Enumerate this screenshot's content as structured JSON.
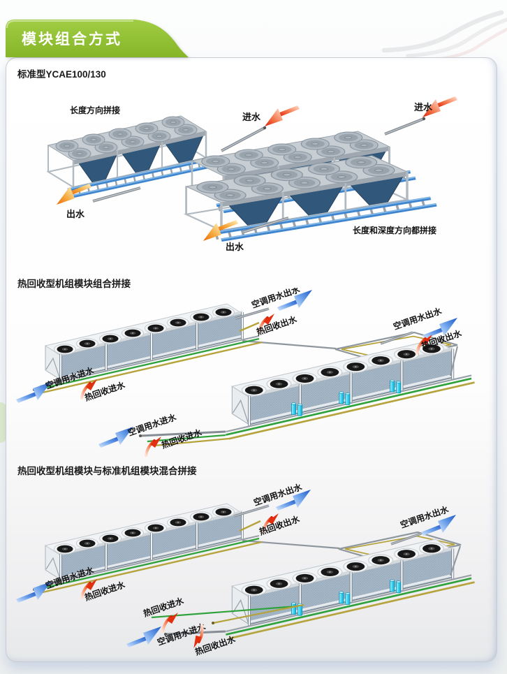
{
  "banner": {
    "title": "模块组合方式"
  },
  "sections": {
    "standard": {
      "heading": "标准型YCAE100/130",
      "labels": {
        "length_splice": "长度方向拼接",
        "inlet": "进水",
        "outlet": "出水",
        "length_depth_splice": "长度和深度方向都拼接"
      }
    },
    "heat_recovery": {
      "heading": "热回收型机组模块组合拼接",
      "labels": {
        "ac_out": "空调用水出水",
        "hr_out": "热回收出水",
        "ac_in": "空调用水进水",
        "hr_in": "热回收进水"
      }
    },
    "mixed": {
      "heading": "热回收型机组模块与标准机组模块混合拼接",
      "labels": {
        "ac_out": "空调用水出水",
        "hr_out": "热回收出水",
        "ac_in": "空调用水进水",
        "hr_in": "热回收进水"
      }
    }
  },
  "colors": {
    "banner_green": "#8cbd2f",
    "unit_coil_blue": "#31577b",
    "pipe_blue": "#3f86cf",
    "pipe_green": "#2fa23c",
    "pipe_yellow": "#b5a33b",
    "pump_cyan": "#3bd6f2",
    "arrow_blue": "#1c58c8",
    "arrow_red": "#dc1e04",
    "arrow_orange": "#ea6a08"
  }
}
